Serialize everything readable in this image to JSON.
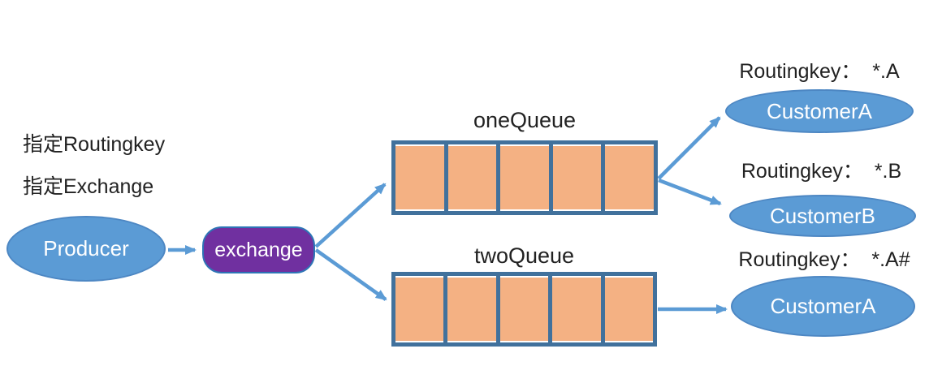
{
  "diagram": {
    "notes": [
      "指定Routingkey",
      "指定Exchange"
    ],
    "producer": {
      "label": "Producer"
    },
    "exchange": {
      "label": "exchange"
    },
    "queues": [
      {
        "name": "oneQueue",
        "cells": 5
      },
      {
        "name": "twoQueue",
        "cells": 5
      }
    ],
    "consumers": [
      {
        "routing_label": "Routingkey：  *.A",
        "label": "CustomerA"
      },
      {
        "routing_label": "Routingkey：  *.B",
        "label": "CustomerB"
      },
      {
        "routing_label": "Routingkey：  *.A#",
        "label": "CustomerA"
      }
    ],
    "colors": {
      "node_blue": "#5B9BD5",
      "exchange_purple": "#7030A0",
      "queue_cell_orange": "#F4B183",
      "queue_border_blue": "#41719C",
      "arrow_blue": "#5B9BD5",
      "text_dark": "#222222"
    }
  }
}
